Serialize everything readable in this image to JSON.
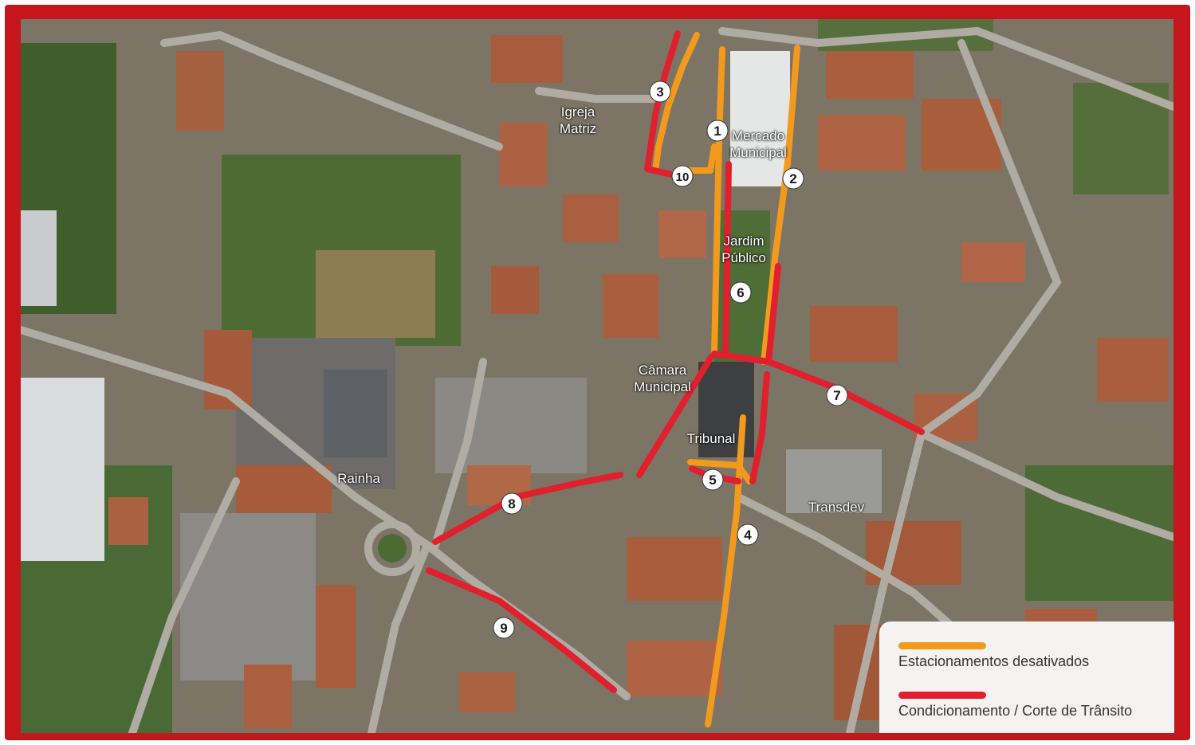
{
  "colors": {
    "frame": "#c4161c",
    "parking_disabled": "#f39a1d",
    "traffic_cut": "#e11f2d",
    "marker_fill": "#ffffff",
    "marker_text": "#1a1a1a"
  },
  "places": [
    {
      "id": "igreja-matriz",
      "label": "Igreja\nMatriz"
    },
    {
      "id": "mercado-municipal",
      "label": "Mercado\nMunicipal"
    },
    {
      "id": "jardim-publico",
      "label": "Jardim\nPúblico"
    },
    {
      "id": "camara-municipal",
      "label": "Câmara\nMunicipal"
    },
    {
      "id": "tribunal",
      "label": "Tribunal"
    },
    {
      "id": "rainha",
      "label": "Rainha"
    },
    {
      "id": "transdev",
      "label": "Transdev"
    }
  ],
  "markers": [
    "1",
    "2",
    "3",
    "4",
    "5",
    "6",
    "7",
    "8",
    "9",
    "10"
  ],
  "legend": {
    "items": [
      {
        "label": "Estacionamentos desativados",
        "color_key": "parking_disabled"
      },
      {
        "label": "Condicionamento / Corte  de Trânsito",
        "color_key": "traffic_cut"
      }
    ]
  }
}
